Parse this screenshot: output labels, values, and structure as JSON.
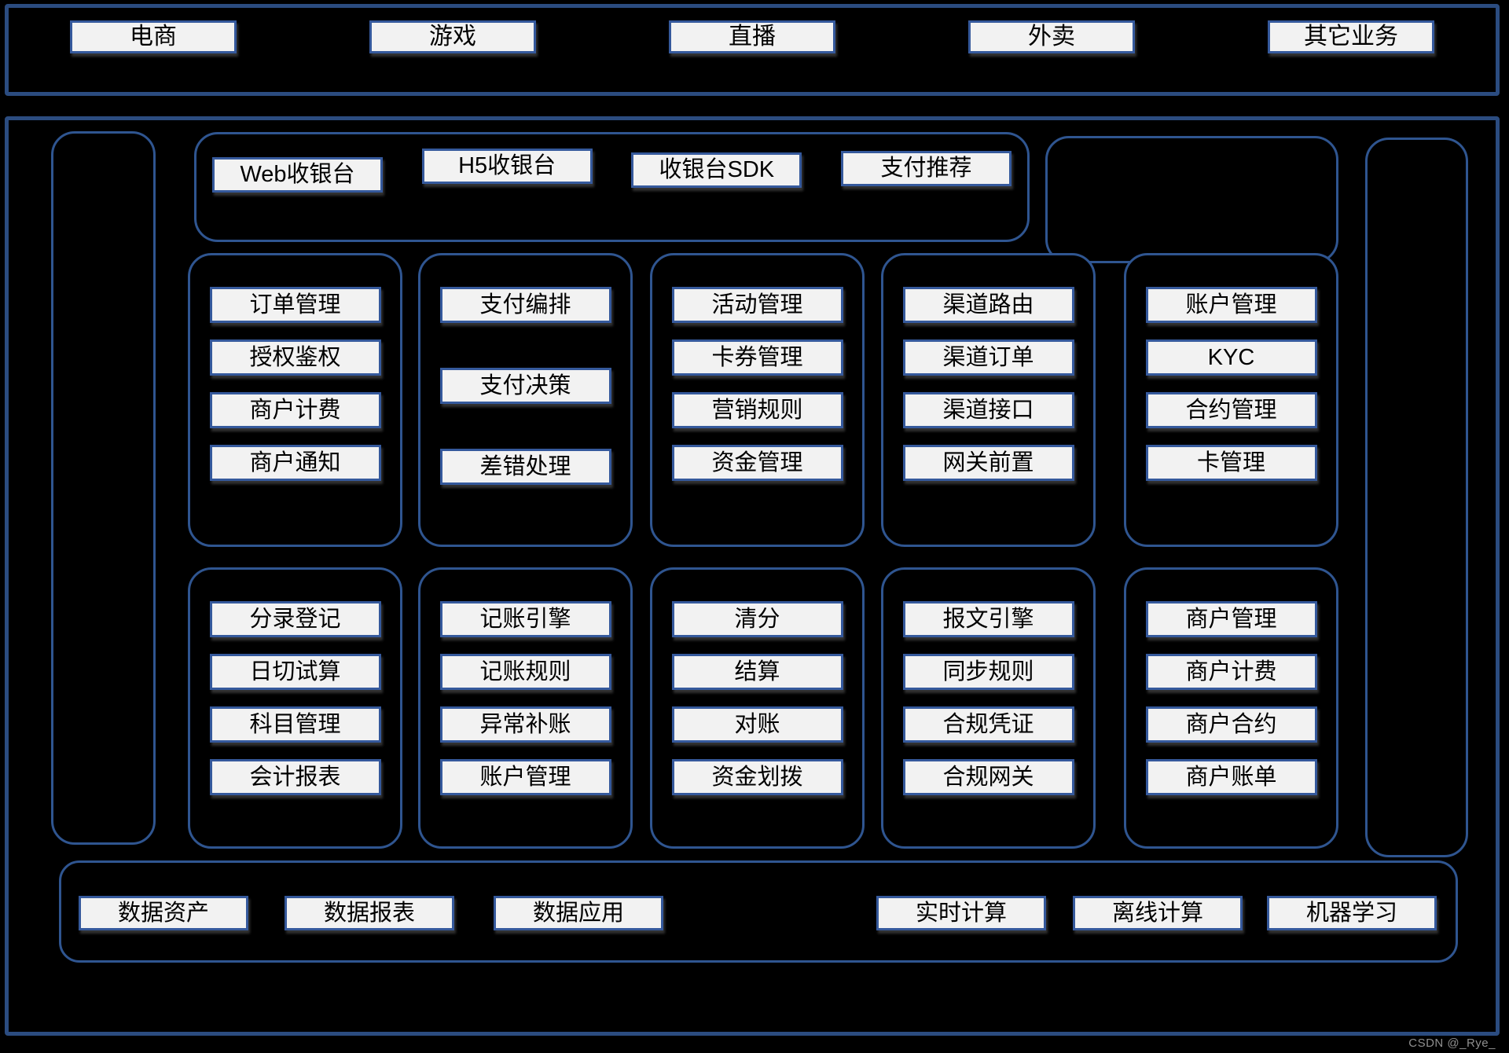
{
  "colors": {
    "background": "#000000",
    "outer_border": "#2b4c80",
    "group_border": "#2f5590",
    "node_border": "#35599c",
    "node_fill": "#f2f2f2",
    "node_text": "#000000",
    "watermark_text": "#8f8f8f"
  },
  "top_channels": {
    "items": [
      "电商",
      "游戏",
      "直播",
      "外卖",
      "其它业务"
    ]
  },
  "checkout_row": {
    "items": [
      "Web收银台",
      "H5收银台",
      "收银台SDK",
      "支付推荐"
    ]
  },
  "modules_row1": {
    "col1": [
      "订单管理",
      "授权鉴权",
      "商户计费",
      "商户通知"
    ],
    "col2": [
      "支付编排",
      "支付决策",
      "差错处理"
    ],
    "col3": [
      "活动管理",
      "卡券管理",
      "营销规则",
      "资金管理"
    ],
    "col4": [
      "渠道路由",
      "渠道订单",
      "渠道接口",
      "网关前置"
    ],
    "col5": [
      "账户管理",
      "KYC",
      "合约管理",
      "卡管理"
    ]
  },
  "modules_row2": {
    "col1": [
      "分录登记",
      "日切试算",
      "科目管理",
      "会计报表"
    ],
    "col2": [
      "记账引擎",
      "记账规则",
      "异常补账",
      "账户管理"
    ],
    "col3": [
      "清分",
      "结算",
      "对账",
      "资金划拨"
    ],
    "col4": [
      "报文引擎",
      "同步规则",
      "合规凭证",
      "合规网关"
    ],
    "col5": [
      "商户管理",
      "商户计费",
      "商户合约",
      "商户账单"
    ]
  },
  "data_platform": {
    "left_items": [
      "数据资产",
      "数据报表",
      "数据应用"
    ],
    "right_items": [
      "实时计算",
      "离线计算",
      "机器学习"
    ]
  },
  "watermark": "CSDN @_Rye_"
}
